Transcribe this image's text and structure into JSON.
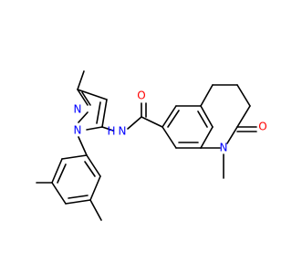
{
  "diagram": {
    "atom_labels": {
      "n_pyrazole_top": "N",
      "n_pyrazole_ring": "N",
      "n_amide": "N",
      "h_amide": "H",
      "o_amide": "O",
      "n_lactam": "N",
      "o_lactam": "O"
    },
    "colors": {
      "bond": "#000000",
      "nitrogen": "#0000ff",
      "oxygen": "#ff0000",
      "background": "#ffffff"
    }
  }
}
